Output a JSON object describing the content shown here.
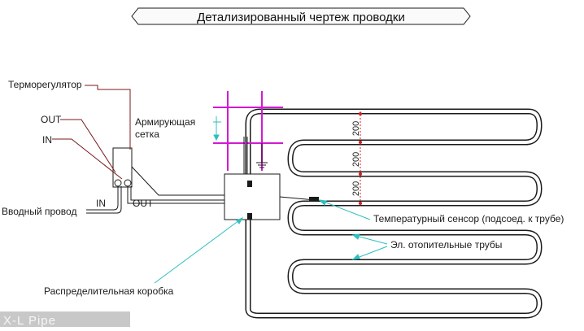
{
  "title": "Детализированный чертеж проводки",
  "labels": {
    "thermostat": "Терморегулятор",
    "out_left": "OUT",
    "in_left": "IN",
    "supply_wire": "Вводный провод",
    "in_small": "IN",
    "out_small": "OUT",
    "mesh_line1": "Армирующая",
    "mesh_line2": "сетка",
    "sensor": "Температурный сенсор (подсоед. к трубе)",
    "pipes": "Эл. отопительные трубы",
    "junction_box": "Распределительная коробка"
  },
  "dimensions": [
    "200",
    "200",
    "200"
  ],
  "watermark": "X-L Pipe",
  "colors": {
    "line": "#1a1a1a",
    "mesh": "#d21ad2",
    "leader": "#2fbfbf",
    "dim": "#d02020"
  }
}
